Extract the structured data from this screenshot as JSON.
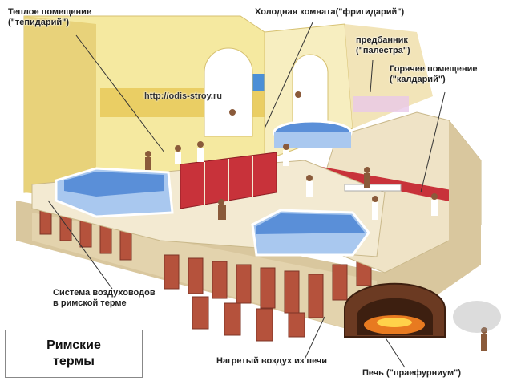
{
  "labels": {
    "tepidarium": "Теплое помещение\n(\"тепидарий\")",
    "frigidarium": "Холодная комната(\"фригидарий\")",
    "palestra": "предбанник\n(\"палестра\")",
    "caldarium": "Горячее помещение\n(\"калдарий\")",
    "url": "http://odis-stroy.ru",
    "ducts": "Система воздуховодов\nв римской терме",
    "hot_air": "Нагретый воздух из печи",
    "furnace": "Печь (\"праефурниум\")"
  },
  "caption": "Римские\nтермы",
  "colors": {
    "wall": "#f5e9a0",
    "wall_shade": "#e8d27a",
    "floor": "#f3ead2",
    "water": "#5a8fd8",
    "water_light": "#a9c8ef",
    "red_wall": "#c8323a",
    "brick": "#b5523c",
    "brick_dark": "#7d3426",
    "furnace": "#6b3a22",
    "fire": "#e87a20"
  }
}
